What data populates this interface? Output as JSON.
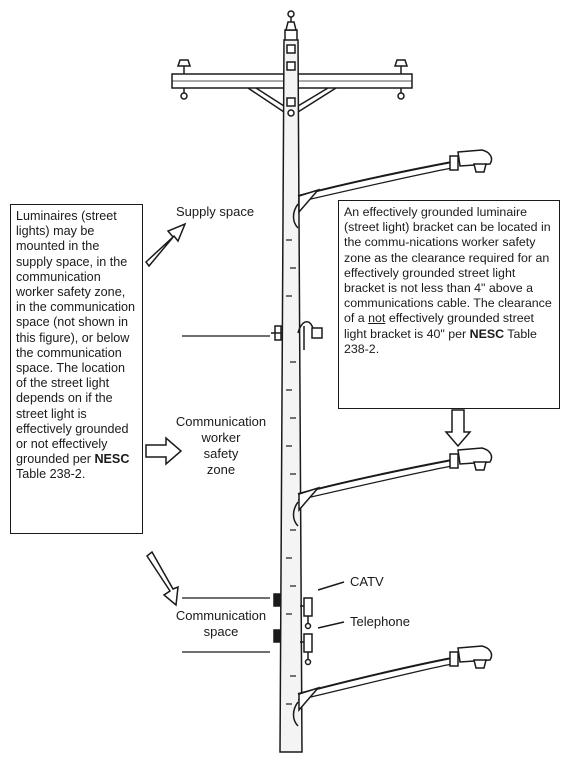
{
  "left_note": {
    "text": "Luminaires (street lights) may be mounted in the supply space, in the communication worker safety zone, in the communication space (not shown in this figure), or below the communication space. The location of the street light depends on if the street light is effectively grounded or not effectively grounded per",
    "emphasis": "NESC",
    "tail": "Table 238-2."
  },
  "right_note": {
    "text_before": "An effectively grounded luminaire (street light) bracket can be located in the commu-nications worker safety zone as the clearance required for an effectively grounded street light bracket is not less than 4\" above a communications cable. The clearance of a",
    "underlined": "not",
    "text_after": "effectively grounded street light bracket is 40\" per",
    "emphasis": "NESC",
    "tail": "Table 238-2."
  },
  "zone_labels": {
    "supply": "Supply space",
    "worker_line1": "Communication",
    "worker_line2": "worker",
    "worker_line3": "safety",
    "worker_line4": "zone",
    "comm_line1": "Communication",
    "comm_line2": "space"
  },
  "cable_labels": {
    "catv": "CATV",
    "telephone": "Telephone"
  },
  "colors": {
    "line": "#1a1a1a",
    "fill": "#ffffff",
    "pole_fill": "#f4f4f4"
  }
}
